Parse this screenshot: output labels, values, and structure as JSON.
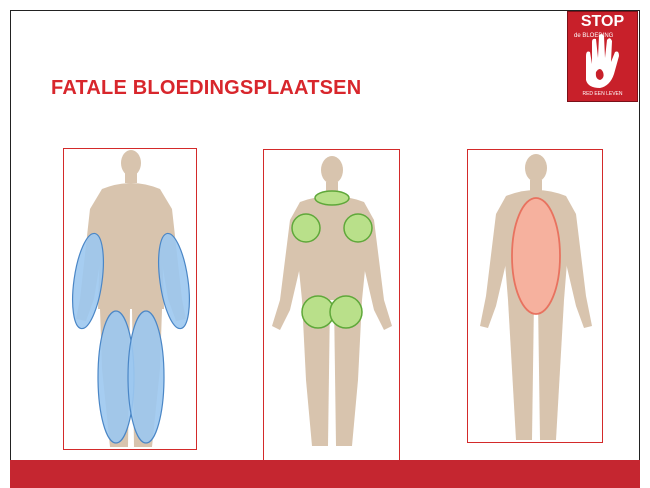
{
  "slide": {
    "title": "FATALE BLOEDINGSPLAATSEN"
  },
  "logo": {
    "line1": "STOP",
    "line2": "de BLOEDING",
    "line3": "RED EEN LEVEN"
  },
  "colors": {
    "accent": "#d8262c",
    "limb_zone": "#9cc8ef",
    "junctional_zone": "#b9e08a",
    "torso_zone": "#f6b19e",
    "body": "#d8c4ae"
  },
  "figures": [
    {
      "zones": [
        "arms",
        "legs"
      ],
      "zone_color": "blue"
    },
    {
      "zones": [
        "neck",
        "shoulders",
        "groin"
      ],
      "zone_color": "green"
    },
    {
      "zones": [
        "torso"
      ],
      "zone_color": "red"
    }
  ]
}
